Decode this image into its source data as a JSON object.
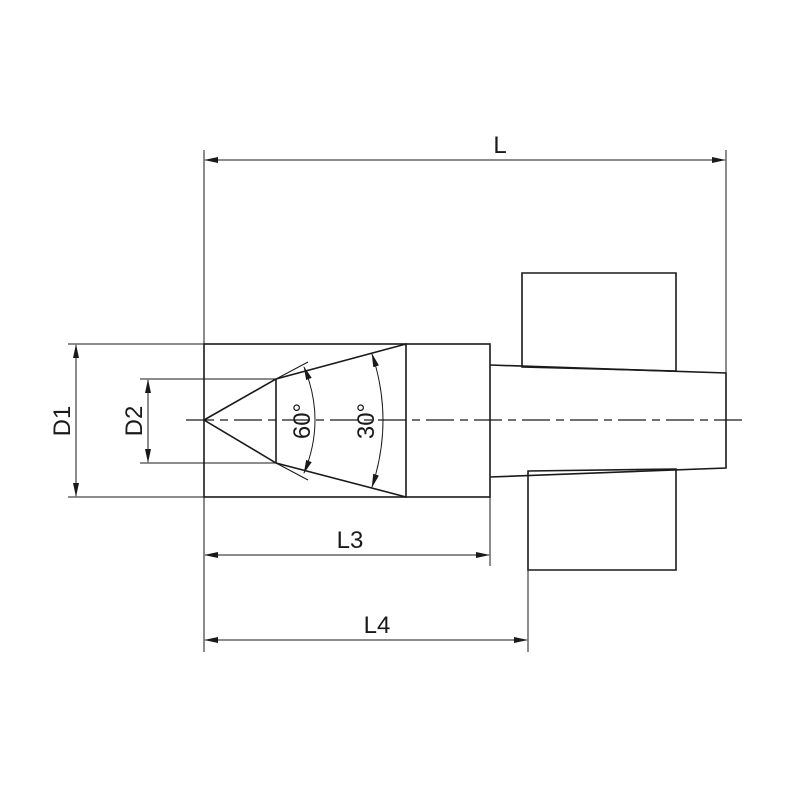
{
  "labels": {
    "L": "L",
    "L3": "L3",
    "L4": "L4",
    "D1": "D1",
    "D2": "D2",
    "angle_inner": "60°",
    "angle_outer": "30°"
  }
}
